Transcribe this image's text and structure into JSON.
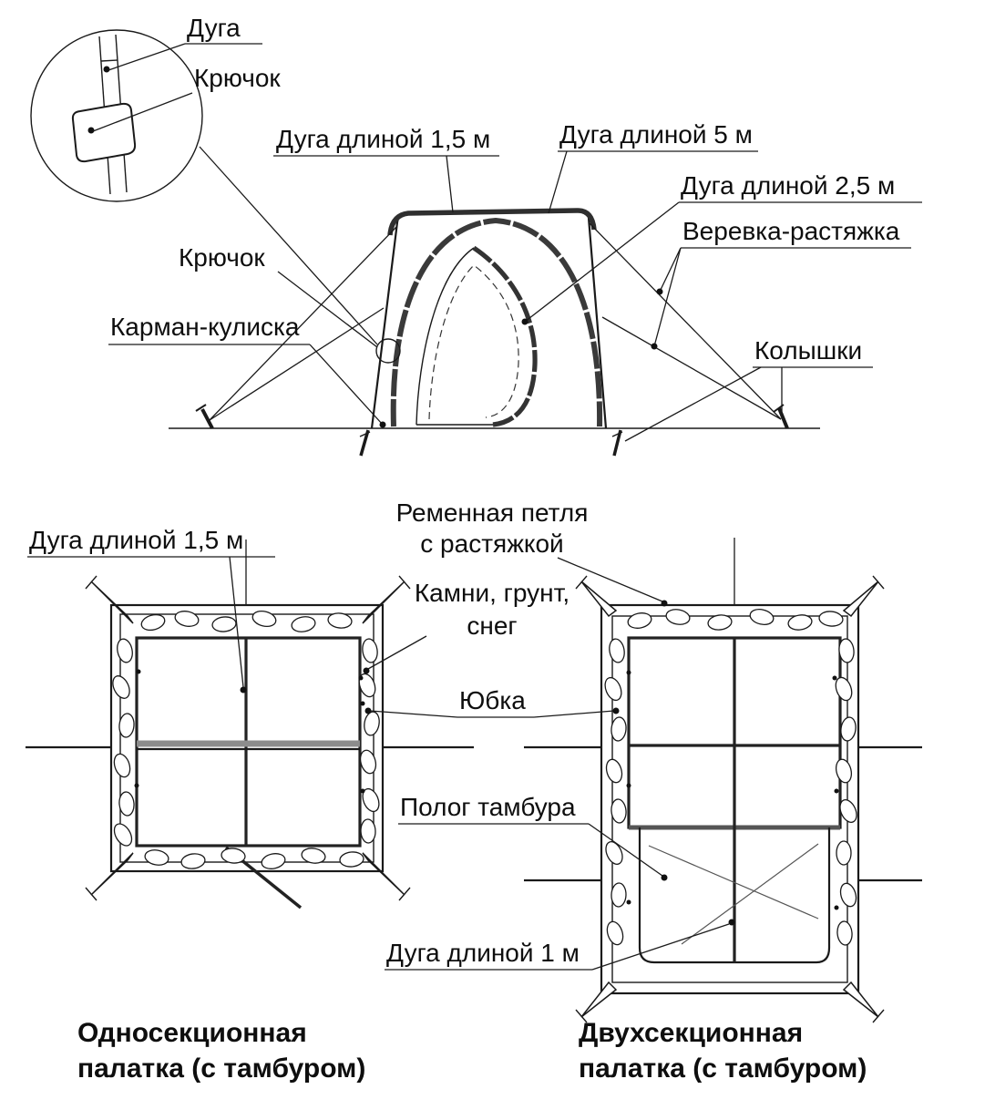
{
  "detail": {
    "duga": "Дуга",
    "kryuchok": "Крючок"
  },
  "elevation": {
    "duga_15": "Дуга длиной 1,5 м",
    "duga_5": "Дуга длиной 5 м",
    "duga_25": "Дуга длиной 2,5 м",
    "verevka": "Веревка-растяжка",
    "kryuchok": "Крючок",
    "karman": "Карман-кулиска",
    "kolyshki": "Колышки"
  },
  "plan": {
    "remennaya_line1": "Ременная петля",
    "remennaya_line2": "с растяжкой",
    "duga_15": "Дуга длиной 1,5 м",
    "kamni_line1": "Камни, грунт,",
    "kamni_line2": "снег",
    "yubka": "Юбка",
    "polog": "Полог тамбура",
    "duga_1": "Дуга длиной 1 м"
  },
  "captions": {
    "left_line1": "Односекционная",
    "left_line2": "палатка (с тамбуром)",
    "right_line1": "Двухсекционная",
    "right_line2": "палатка (с тамбуром)"
  }
}
